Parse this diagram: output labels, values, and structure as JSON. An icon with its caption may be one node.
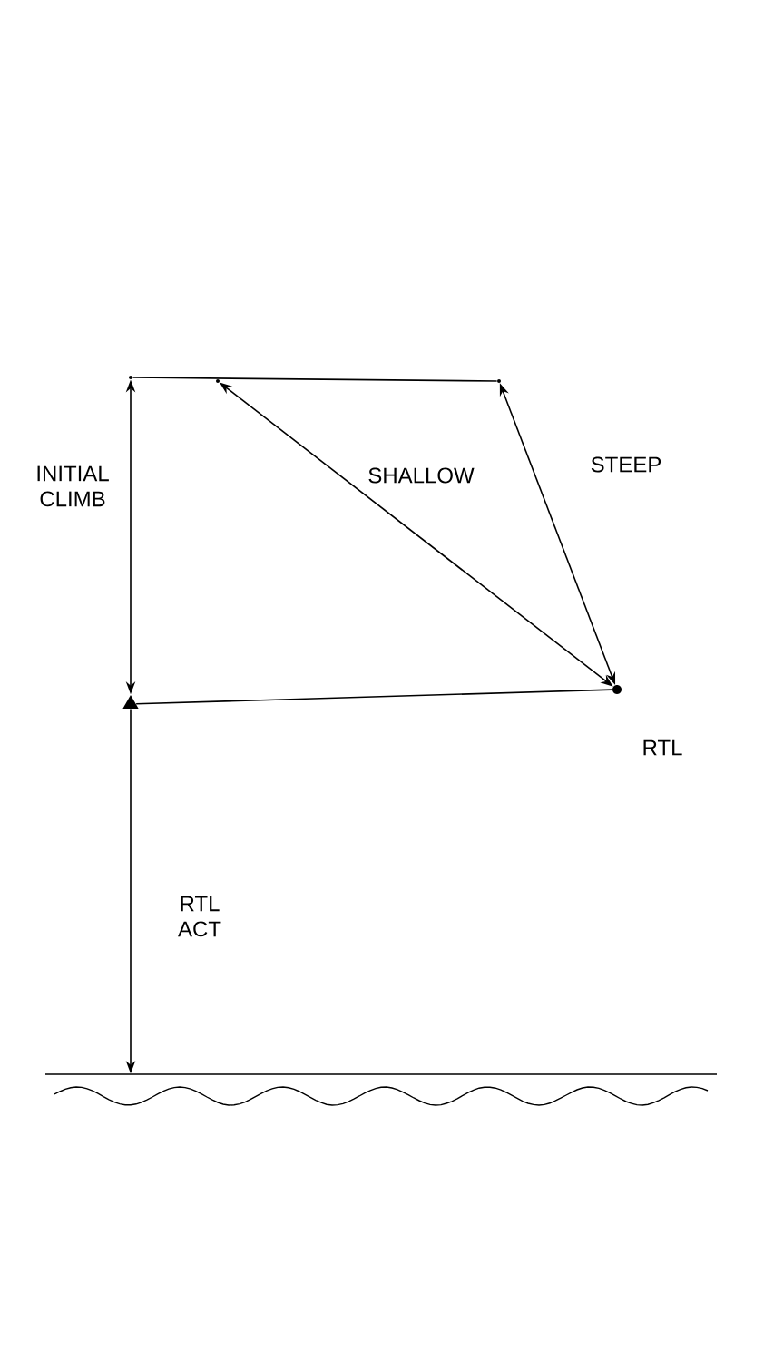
{
  "diagram": {
    "nodes": [
      {
        "text": [],
        "shape": "point"
      },
      {
        "text": [],
        "shape": "point"
      },
      {
        "text": [],
        "shape": "point"
      },
      {
        "text": [],
        "shape": "triangle"
      },
      {
        "text": [],
        "shape": "circle",
        "beside": [
          "RTL"
        ]
      },
      {
        "text": [],
        "shape": "ground"
      }
    ],
    "edges": [
      {
        "from": 0,
        "to": 3,
        "arrow": "both",
        "label": "INITIAL CLIMB"
      },
      {
        "from": 0,
        "to": 2,
        "arrow": "none"
      },
      {
        "from": 1,
        "to": 4,
        "arrow": "both",
        "label": "SHALLOW"
      },
      {
        "from": 2,
        "to": 4,
        "arrow": "both",
        "label": "STEEP"
      },
      {
        "from": 3,
        "to": 4,
        "arrow": "none"
      },
      {
        "from": 3,
        "to": 5,
        "arrow": "to",
        "label": "RTL ACT"
      }
    ]
  }
}
